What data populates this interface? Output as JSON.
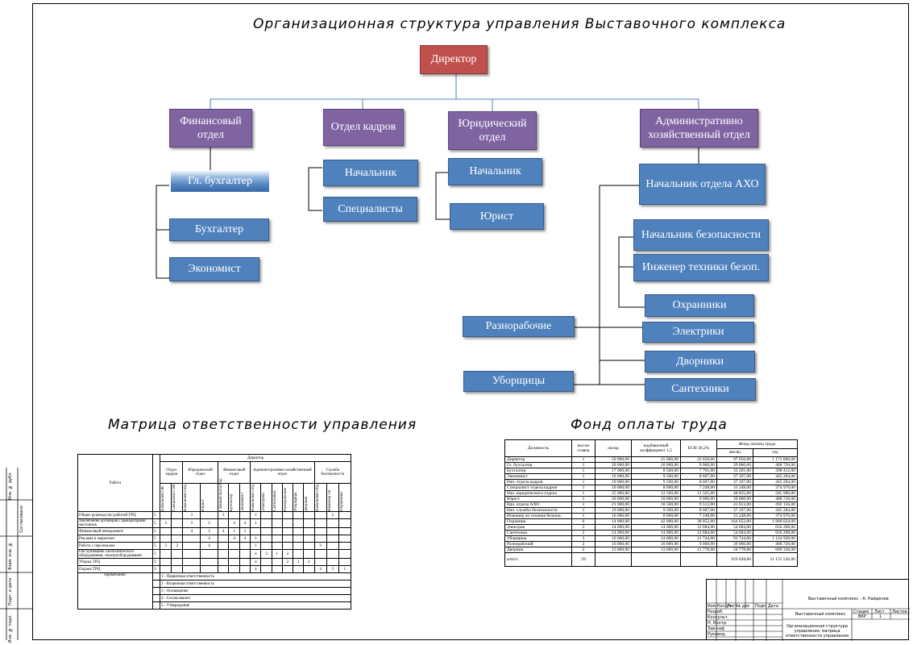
{
  "titles": {
    "org": "Организационная структура управления Выставочного комплекса",
    "matrix": "Матрица ответственности управления",
    "fund": "Фонд оплаты труда"
  },
  "org": {
    "director": "Директор",
    "finance": "Финансовый отдел",
    "hr": "Отдел кадров",
    "legal": "Юридический отдел",
    "admin": "Административно хозяйственный отдел",
    "chief_accountant": "Гл. бухгалтер",
    "accountant": "Бухгалтер",
    "economist": "Экономист",
    "hr_head": "Начальник",
    "hr_specialists": "Специалисты",
    "legal_head": "Начальник",
    "lawyer": "Юрист",
    "aho_head": "Начальник отдела АХО",
    "security_head": "Начальник безопасности",
    "security_engineer": "Инженер техники безоп.",
    "guards": "Охранники",
    "electricians": "Электрики",
    "handymen": "Разнорабочие",
    "janitors": "Дворники",
    "cleaners": "Уборщицы",
    "plumbers": "Сантехники"
  },
  "matrix": {
    "work_header": "Работа",
    "director": "Директор",
    "groups": [
      "Отдел кадров",
      "Юридический отдел",
      "Финансовый отдел",
      "Административно-хозяйственный отдел",
      "Служба безопасности"
    ],
    "subcols": [
      "Начальник ОК",
      "Специалист ОК",
      "Начальник Отд.",
      "Юрист",
      "Главный бухгалтер",
      "Бухгалтер",
      "Экономист",
      "Начальник Отд.",
      "Электрики",
      "Сантехники",
      "Разнорабочие",
      "Уборщицы",
      "Дворник",
      "Начальник Отд.",
      "Инженер ТБ",
      "Охранники"
    ],
    "rows": [
      {
        "name": "Общее руководство работой ТРЦ",
        "d": "5",
        "v": [
          "",
          "",
          "3",
          "",
          "3",
          "",
          "",
          "1",
          "",
          "",
          "",
          "",
          "",
          "",
          "2",
          ""
        ]
      },
      {
        "name": "Заключение договоров с арендаторами магазинов",
        "d": "5",
        "v": [
          "3",
          "",
          "3",
          "2",
          "",
          "4",
          "4",
          "1",
          "",
          "",
          "",
          "",
          "",
          "",
          "",
          ""
        ]
      },
      {
        "name": "Финансовый менеджмент",
        "d": "5",
        "v": [
          "",
          "",
          "4",
          "3",
          "4",
          "1",
          "2",
          "",
          "",
          "",
          "",
          "",
          "",
          "",
          "",
          ""
        ]
      },
      {
        "name": "Реклама и маркетинг",
        "d": "5",
        "v": [
          "",
          "",
          "",
          "4",
          "",
          "4",
          "4",
          "1",
          "",
          "",
          "",
          "",
          "",
          "",
          "",
          ""
        ]
      },
      {
        "name": "Работа с персоналом",
        "d": "5",
        "v": [
          "3",
          "2",
          "",
          "4",
          "",
          "",
          "",
          "1",
          "",
          "",
          "",
          "",
          "",
          "3",
          "",
          ""
        ]
      },
      {
        "name": "Обслуживание сантехнического оборудования, электрооборудования",
        "d": "3",
        "v": [
          "",
          "",
          "",
          "",
          "",
          "",
          "",
          "4",
          "2",
          "1",
          "2",
          "",
          "",
          "",
          "",
          ""
        ]
      },
      {
        "name": "Уборка ТРЦ",
        "d": "3",
        "v": [
          "",
          "",
          "",
          "",
          "",
          "",
          "",
          "4",
          "",
          "",
          "2",
          "1",
          "2",
          "",
          "",
          ""
        ]
      },
      {
        "name": "Охрана ТРЦ",
        "d": "3",
        "v": [
          "",
          "",
          "",
          "",
          "",
          "",
          "",
          "4",
          "",
          "",
          "",
          "",
          "",
          "4",
          "3",
          "1"
        ]
      }
    ],
    "notes_label": "Примечание:",
    "notes": [
      "1 - Первичная ответственность",
      "2 - Вторичная ответственность",
      "3 - Оповещение",
      "4 - Согласование",
      "5 - Утверждение"
    ]
  },
  "fund": {
    "headers": {
      "position": "Должность",
      "count": "кол-во ставок",
      "salary": "оклад",
      "coef": "надбавочный коэффициент 1,5",
      "esn": "ЕСН 30,2%",
      "fund": "Фонд оплаты труда",
      "month": "месяц",
      "year": "год"
    },
    "rows": [
      [
        "Директор",
        "1",
        "50 000,00",
        "25 000,00",
        "22 650,00",
        "97 650,00",
        "1 171 800,00"
      ],
      [
        "Гл. бухгалтер",
        "1",
        "20 000,00",
        "10 000,00",
        "9 060,00",
        "39 060,00",
        "468 720,00"
      ],
      [
        "Бухгалтер",
        "1",
        "17 000,00",
        "8 500,00",
        "7 701,00",
        "33 201,00",
        "398 412,00"
      ],
      [
        "Экономист",
        "1",
        "19 000,00",
        "9 500,00",
        "8 607,00",
        "37 107,00",
        "445 284,00"
      ],
      [
        "Нач. отдела кадров",
        "1",
        "19 000,00",
        "9 500,00",
        "8 607,00",
        "37 107,00",
        "445 284,00"
      ],
      [
        "Специалист отдела кадров",
        "1",
        "16 000,00",
        "8 000,00",
        "7 248,00",
        "31 248,00",
        "374 976,00"
      ],
      [
        "Нач. юридического отдела",
        "1",
        "25 000,00",
        "12 500,00",
        "11 325,00",
        "48 825,00",
        "585 900,00"
      ],
      [
        "Юрист",
        "1",
        "20 000,00",
        "10 000,00",
        "9 060,00",
        "39 060,00",
        "468 720,00"
      ],
      [
        "Нач. отдела АХО",
        "1",
        "21 000,00",
        "10 500,00",
        "9 513,00",
        "41 013,00",
        "492 156,00"
      ],
      [
        "Нач. службы безопасности",
        "1",
        "19 000,00",
        "9 500,00",
        "8 607,00",
        "37 107,00",
        "445 284,00"
      ],
      [
        "Инженер по технике безопас.",
        "1",
        "16 000,00",
        "8 000,00",
        "7 248,00",
        "31 248,00",
        "374 976,00"
      ],
      [
        "Охранник",
        "6",
        "14 000,00",
        "42 000,00",
        "38 052,00",
        "164 052,00",
        "1 968 624,00"
      ],
      [
        "Электрик",
        "2",
        "14 000,00",
        "14 000,00",
        "12 684,00",
        "54 684,00",
        "656 208,00"
      ],
      [
        "Сантехник",
        "2",
        "14 000,00",
        "14 000,00",
        "12 684,00",
        "54 684,00",
        "656 208,00"
      ],
      [
        "Уборщица",
        "3",
        "16 000,00",
        "24 000,00",
        "21 744,00",
        "93 744,00",
        "1 124 928,00"
      ],
      [
        "Разнорабочий",
        "2",
        "10 000,00",
        "10 000,00",
        "9 060,00",
        "39 060,00",
        "468 720,00"
      ],
      [
        "Дворник",
        "2",
        "13 000,00",
        "13 000,00",
        "11 778,00",
        "50 778,00",
        "609 336,00"
      ]
    ],
    "total_label": "итого:",
    "total_count": "29",
    "total_month": "929 628,00",
    "total_year": "11 155 536,00"
  },
  "stamp": {
    "project": "Выставочный комплекс - А. Найденов",
    "subject": "Выставочный комплекс",
    "description": "Организационная структура управления, матрица ответственности управления",
    "cols": [
      "Изм",
      "Кол.уч",
      "Лист",
      "№ док",
      "Подп.",
      "Дата"
    ],
    "roles": [
      "Разраб.",
      "Консульт.",
      "Н. Контр.",
      "Зав.каф",
      "Руковод."
    ],
    "sheet_labels": [
      "Стадия",
      "Лист",
      "Листов"
    ],
    "stage": "ВКР",
    "sheet": "1"
  },
  "side": [
    "Инв. № подл.",
    "Подп. и дата",
    "Взам. инв. №",
    "Согласовано",
    "Инв. № дубл."
  ]
}
